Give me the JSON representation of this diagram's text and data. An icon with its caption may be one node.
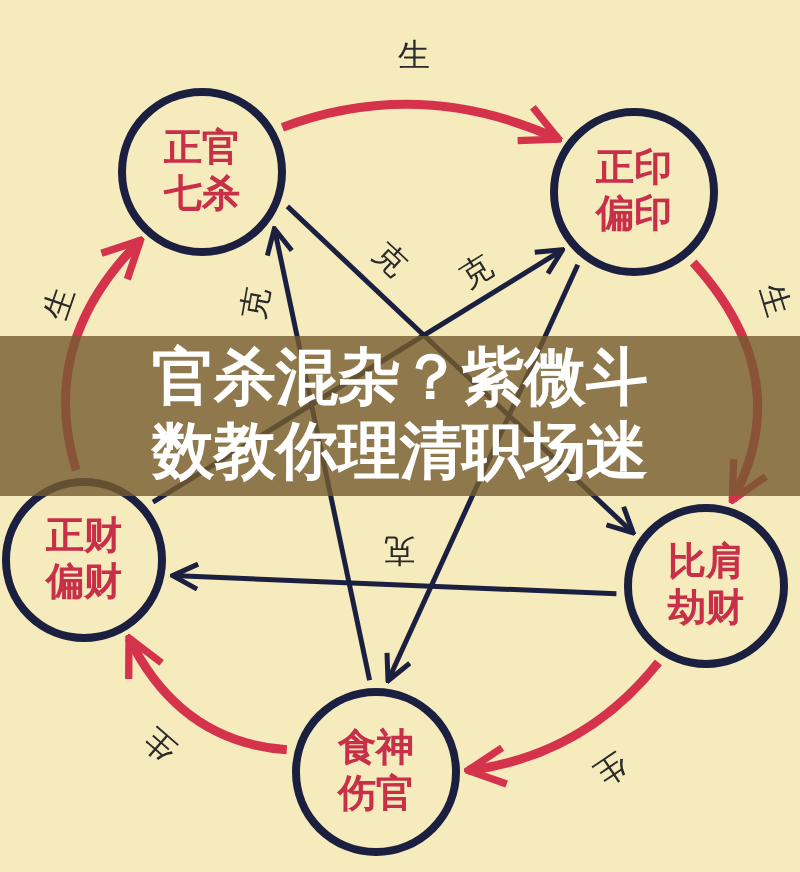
{
  "diagram": {
    "title": "官杀混杂？紫微斗数教你理清职场迷",
    "nodes": [
      {
        "text": [
          "正官",
          "七杀"
        ]
      },
      {
        "text": [
          "正印",
          "偏印"
        ]
      },
      {
        "text": [
          "比肩",
          "劫财"
        ]
      },
      {
        "text": [
          "食神",
          "伤官"
        ]
      },
      {
        "text": [
          "正财",
          "偏财"
        ]
      }
    ],
    "edges": [
      {
        "from": 0,
        "to": 1,
        "arrow": "to",
        "label": "生",
        "style": "thick",
        "color": "#d5334c"
      },
      {
        "from": 1,
        "to": 2,
        "arrow": "to",
        "label": "生",
        "style": "thick",
        "color": "#d5334c"
      },
      {
        "from": 2,
        "to": 3,
        "arrow": "to",
        "label": "生",
        "style": "thick",
        "color": "#d5334c"
      },
      {
        "from": 3,
        "to": 4,
        "arrow": "to",
        "label": "生",
        "style": "thick",
        "color": "#d5334c"
      },
      {
        "from": 4,
        "to": 0,
        "arrow": "to",
        "label": "生",
        "style": "thick",
        "color": "#d5334c"
      },
      {
        "from": 3,
        "to": 0,
        "arrow": "to",
        "label": "克",
        "color": "#1c2040"
      },
      {
        "from": 4,
        "to": 1,
        "arrow": "to",
        "label": "克",
        "color": "#1c2040"
      },
      {
        "from": 1,
        "to": 3,
        "arrow": "to",
        "color": "#1c2040"
      },
      {
        "from": 0,
        "to": 2,
        "arrow": "to",
        "label": "克",
        "color": "#1c2040"
      },
      {
        "from": 2,
        "to": 4,
        "arrow": "to",
        "label": "克",
        "color": "#1c2040"
      }
    ]
  }
}
